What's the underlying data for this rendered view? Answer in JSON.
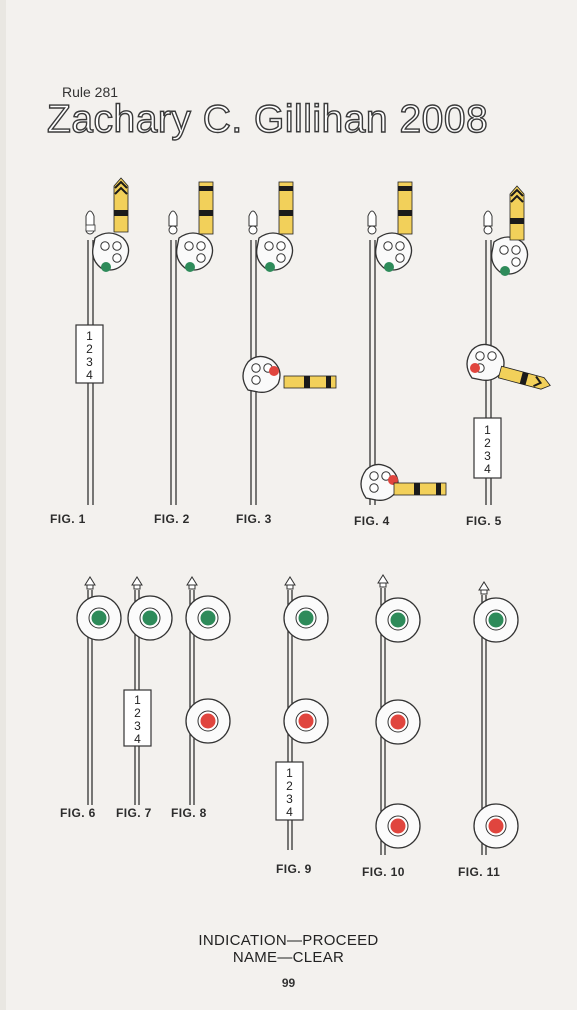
{
  "header": {
    "rule": "Rule  281",
    "watermark": "Zachary C. Gillihan 2008"
  },
  "figures": [
    {
      "label": "FIG. 1"
    },
    {
      "label": "FIG. 2"
    },
    {
      "label": "FIG. 3"
    },
    {
      "label": "FIG. 4"
    },
    {
      "label": "FIG. 5"
    },
    {
      "label": "FIG. 6"
    },
    {
      "label": "FIG. 7"
    },
    {
      "label": "FIG. 8"
    },
    {
      "label": "FIG. 9"
    },
    {
      "label": "FIG. 10"
    },
    {
      "label": "FIG. 11"
    }
  ],
  "number_plate": [
    "1",
    "2",
    "3",
    "4"
  ],
  "footer": {
    "indication": "INDICATION—PROCEED",
    "name": "NAME—CLEAR",
    "page_number": "99"
  },
  "colors": {
    "background": "#f3f1ee",
    "green_aspect": "#2e8b5a",
    "red_aspect": "#e0453e",
    "blade_yellow": "#f2d05a",
    "blade_black": "#1b1b1b"
  }
}
